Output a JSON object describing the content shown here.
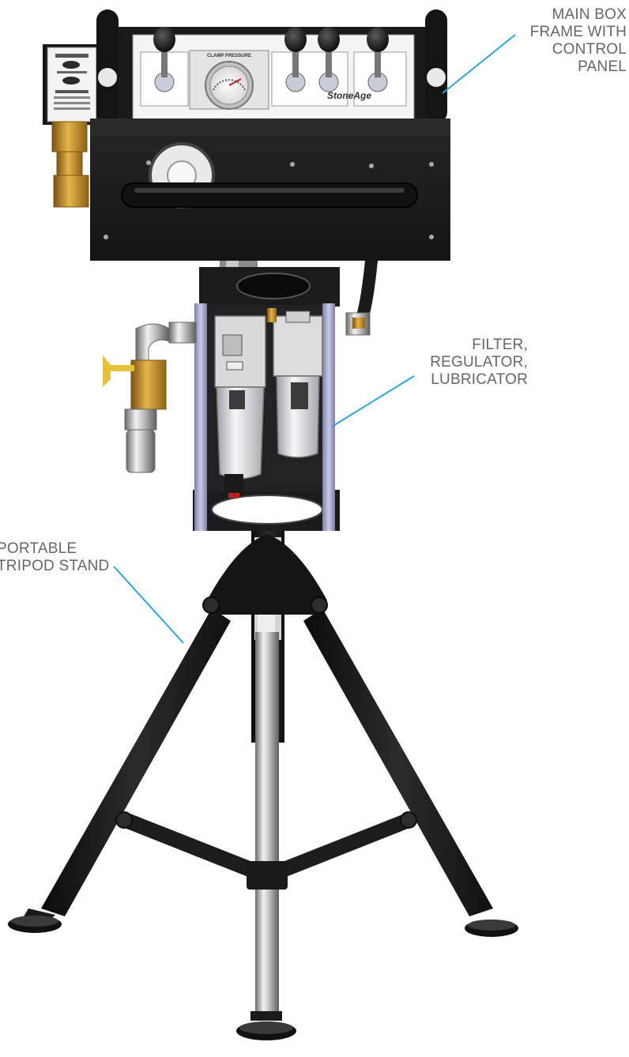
{
  "callouts": {
    "main_box": {
      "lines": [
        "MAIN BOX",
        "FRAME WITH",
        "CONTROL",
        "PANEL"
      ]
    },
    "frl": {
      "lines": [
        "FILTER,",
        "REGULATOR,",
        "LUBRICATOR"
      ]
    },
    "tripod": {
      "lines": [
        "PORTABLE",
        "TRIPOD STAND"
      ]
    }
  },
  "panel": {
    "gauge_label": "CLAMP PRESSURE",
    "brand": "StoneAge"
  },
  "colors": {
    "callout_text": "#666666",
    "leader_line": "#2aa6e0",
    "frame_dark": "#1d1d1d",
    "plate": "#f4f4f4",
    "brass": "#c9952b",
    "rod_lavender": "#a9acc9"
  }
}
